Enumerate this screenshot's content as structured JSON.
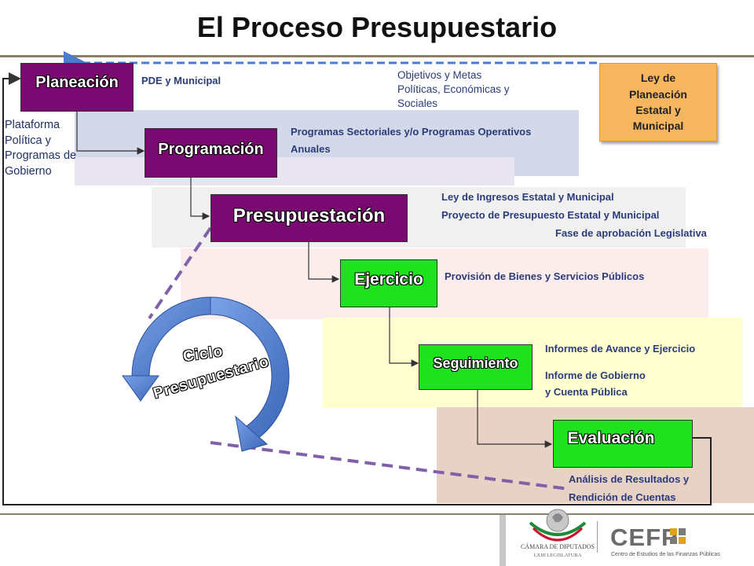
{
  "title": "El Proceso Presupuestario",
  "stages": {
    "planeacion": "Planeación",
    "programacion": "Programación",
    "presupuestacion": "Presupuestación",
    "ejercicio": "Ejercicio",
    "seguimiento": "Seguimiento",
    "evaluacion": "Evaluación"
  },
  "notes": {
    "pde": "PDE y Municipal",
    "objetivos": [
      "Objetivos y Metas",
      "Políticas, Económicas y",
      "Sociales"
    ],
    "plataforma": [
      "Plataforma",
      "Política y",
      "Programas de",
      "Gobierno"
    ],
    "programas": [
      "Programas Sectoriales y/o Programas Operativos",
      "Anuales"
    ],
    "ley_ingresos": "Ley de Ingresos Estatal y Municipal",
    "proyecto": "Proyecto de Presupuesto Estatal y Municipal",
    "fase": "Fase de aprobación Legislativa",
    "provision": "Provisión de Bienes y Servicios Públicos",
    "informes": "Informes de Avance y Ejercicio",
    "informe_gob": [
      "Informe de Gobierno",
      "y Cuenta Pública"
    ],
    "analisis": [
      "Análisis de Resultados y",
      "Rendición de Cuentas"
    ]
  },
  "law_box": [
    "Ley de",
    "Planeación",
    "Estatal y",
    "Municipal"
  ],
  "cycle": [
    "Ciclo",
    "Presupuestario"
  ],
  "footer": {
    "camara": "CÁMARA DE DIPUTADOS",
    "legislatura": "LXIII LEGISLATURA",
    "cefp": "CEFP",
    "cefp_sub": "Centro de Estudios de las Finanzas Públicas"
  },
  "colors": {
    "purple": "#7a0a72",
    "green": "#1ee21e",
    "law_orange": "#f6b55f",
    "text_blue": "#2a3c7a",
    "header_bar": "#8a7f62",
    "arrow_blue": "#4a7bd0",
    "dash_purple": "#8060a8"
  }
}
